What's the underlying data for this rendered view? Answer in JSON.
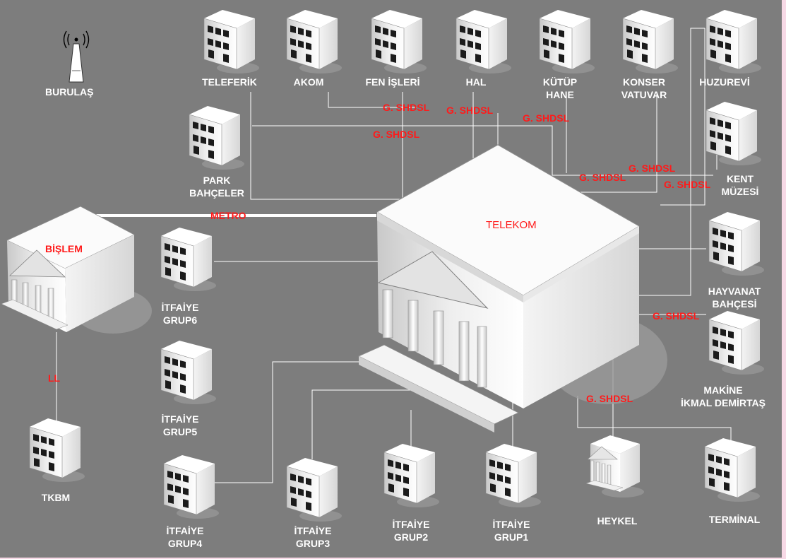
{
  "central": {
    "label": "TELEKOM"
  },
  "bislem": {
    "label": "BİŞLEM"
  },
  "burulas": {
    "label": "BURULAŞ"
  },
  "metro_label": "METRO",
  "ll_label": "LL",
  "shdsl_label": "G. SHDSL",
  "buildings": [
    {
      "id": "teleferik",
      "lines": [
        "TELEFERİK"
      ]
    },
    {
      "id": "akom",
      "lines": [
        "AKOM"
      ]
    },
    {
      "id": "fen-isleri",
      "lines": [
        "FEN İŞLERİ"
      ]
    },
    {
      "id": "hal",
      "lines": [
        "HAL"
      ]
    },
    {
      "id": "kutuphane",
      "lines": [
        "KÜTÜP",
        "HANE"
      ]
    },
    {
      "id": "konservatuvar",
      "lines": [
        "KONSER",
        "VATUVAR"
      ]
    },
    {
      "id": "huzurevi",
      "lines": [
        "HUZUREVİ"
      ]
    },
    {
      "id": "park-bahceler",
      "lines": [
        "PARK",
        "BAHÇELER"
      ]
    },
    {
      "id": "kent-muzesi",
      "lines": [
        "KENT",
        "MÜZESİ"
      ]
    },
    {
      "id": "hayvanat-bahcesi",
      "lines": [
        "HAYVANAT",
        "BAHÇESİ"
      ]
    },
    {
      "id": "makine-ikmal",
      "lines": [
        "MAKİNE",
        "İKMAL DEMİRTAŞ"
      ]
    },
    {
      "id": "itfaiye-grup6",
      "lines": [
        "İTFAİYE",
        "GRUP6"
      ]
    },
    {
      "id": "itfaiye-grup5",
      "lines": [
        "İTFAİYE",
        "GRUP5"
      ]
    },
    {
      "id": "itfaiye-grup4",
      "lines": [
        "İTFAİYE",
        "GRUP4"
      ]
    },
    {
      "id": "itfaiye-grup3",
      "lines": [
        "İTFAİYE",
        "GRUP3"
      ]
    },
    {
      "id": "itfaiye-grup2",
      "lines": [
        "İTFAİYE",
        "GRUP2"
      ]
    },
    {
      "id": "itfaiye-grup1",
      "lines": [
        "İTFAİYE",
        "GRUP1"
      ]
    },
    {
      "id": "heykel",
      "lines": [
        "HEYKEL"
      ]
    },
    {
      "id": "terminal",
      "lines": [
        "TERMİNAL"
      ]
    },
    {
      "id": "tkbm",
      "lines": [
        "TKBM"
      ]
    }
  ],
  "colors": {
    "background": "#7d7d7d",
    "link_label": "#ff1a1a",
    "text": "#ffffff"
  }
}
